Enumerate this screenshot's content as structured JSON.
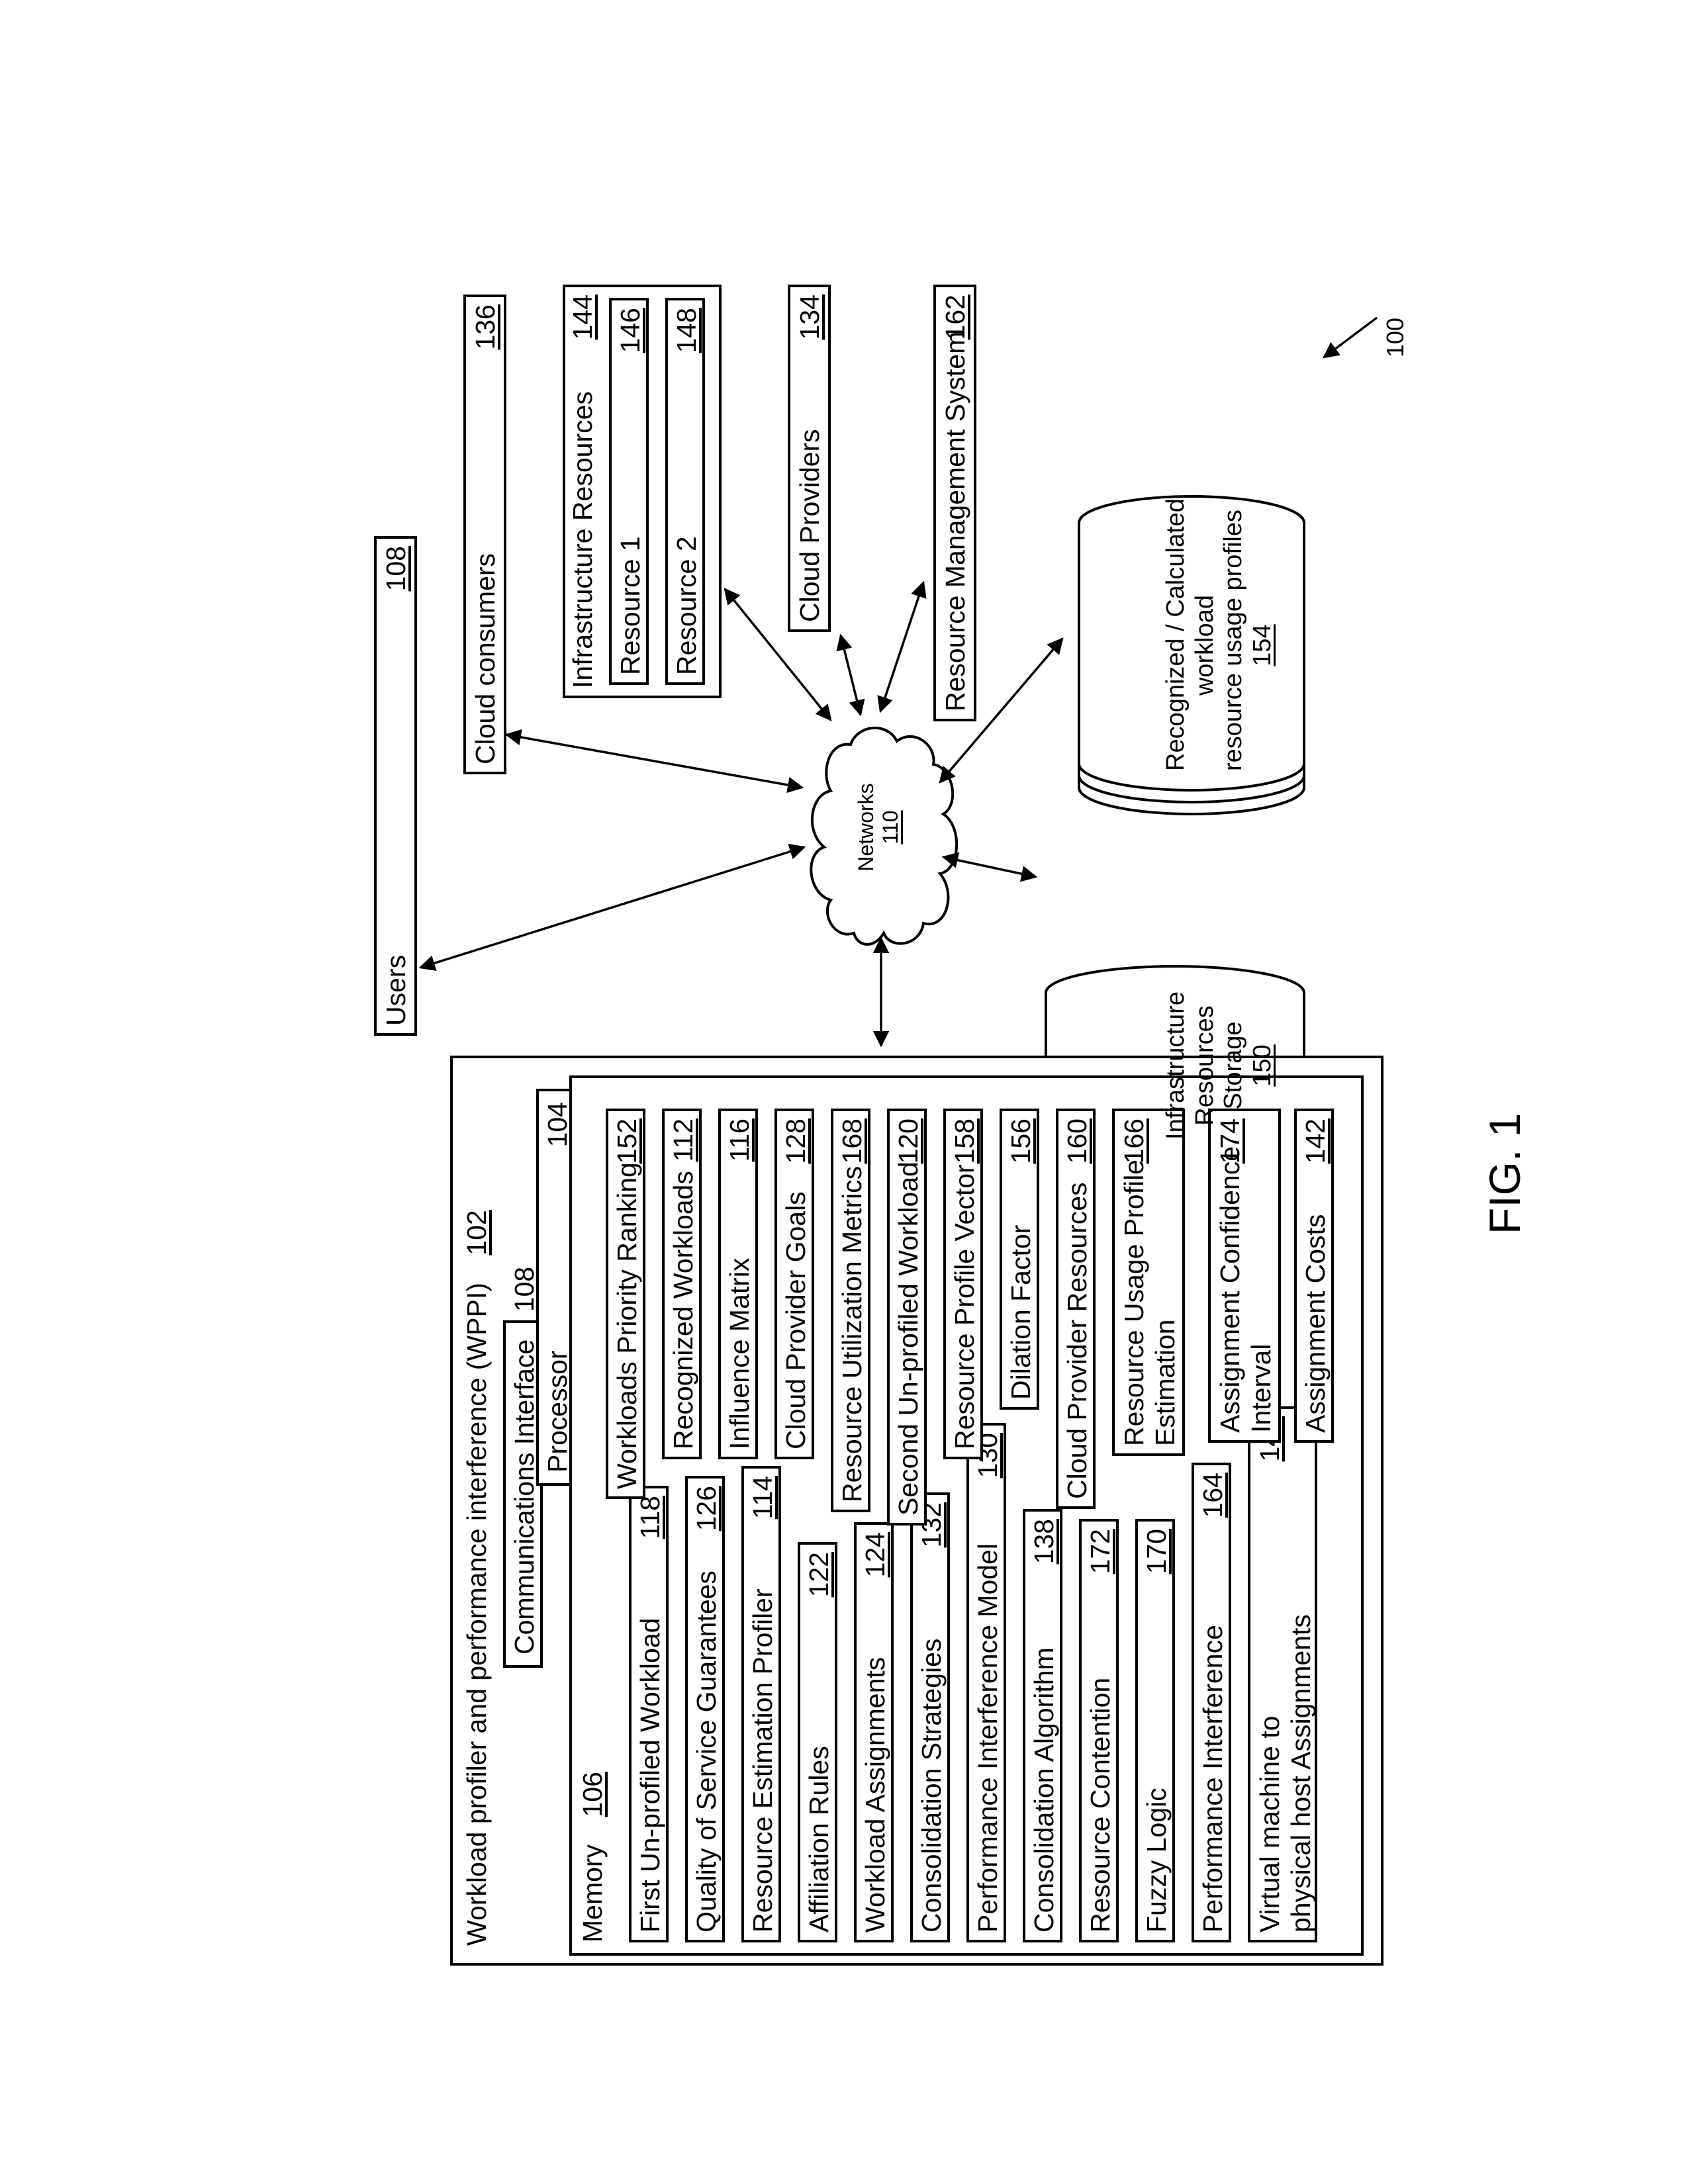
{
  "wppi": {
    "title": "Workload profiler and performance interference (WPPI)",
    "title_ref": "102",
    "comm_interface": "Communications Interface",
    "comm_ref": "108",
    "processor": "Processor",
    "processor_ref": "104",
    "memory": "Memory",
    "memory_ref": "106",
    "memory_items_left": [
      {
        "label": "First Un-profiled Workload",
        "ref": "118"
      },
      {
        "label": "Quality of Service Guarantees",
        "ref": "126"
      },
      {
        "label": "Resource Estimation Profiler",
        "ref": "114"
      },
      {
        "label": "Affiliation Rules",
        "ref": "122"
      },
      {
        "label": "Workload Assignments",
        "ref": "124"
      },
      {
        "label": "Consolidation Strategies",
        "ref": "132"
      },
      {
        "label": "Performance Interference Model",
        "ref": "130"
      },
      {
        "label": "Consolidation Algorithm",
        "ref": "138"
      },
      {
        "label": "Resource Contention",
        "ref": "172"
      },
      {
        "label": "Fuzzy Logic",
        "ref": "170"
      },
      {
        "label": "Performance Interference",
        "ref": "164"
      }
    ],
    "vm_assign_line1": "Virtual machine to",
    "vm_assign_line2": "physical host Assignments",
    "vm_assign_ref": "140",
    "memory_items_right": [
      {
        "label": "Workloads Priority Ranking",
        "ref": "152"
      },
      {
        "label": "Recognized Workloads",
        "ref": "112"
      },
      {
        "label": "Influence Matrix",
        "ref": "116"
      },
      {
        "label": "Cloud Provider Goals",
        "ref": "128"
      },
      {
        "label": "Resource Utilization Metrics",
        "ref": "168"
      },
      {
        "label": "Second Un-profiled Workload",
        "ref": "120"
      },
      {
        "label": "Resource Profile Vector",
        "ref": "158"
      },
      {
        "label": "Dilation Factor",
        "ref": "156"
      },
      {
        "label": "Cloud Provider Resources",
        "ref": "160"
      }
    ],
    "rup_line1": "Resource Usage Profile",
    "rup_line2": "Estimation",
    "rup_ref": "166",
    "aci_line1": "Assignment Confidence",
    "aci_line2": "Interval",
    "aci_ref": "174",
    "assign_costs": "Assignment Costs",
    "assign_costs_ref": "142"
  },
  "users": {
    "label": "Users",
    "ref": "108"
  },
  "cloud_consumers": {
    "label": "Cloud consumers",
    "ref": "136"
  },
  "infra": {
    "label": "Infrastructure Resources",
    "ref": "144",
    "res1": "Resource 1",
    "res1_ref": "146",
    "res2": "Resource 2",
    "res2_ref": "148"
  },
  "cloud_providers": {
    "label": "Cloud Providers",
    "ref": "134"
  },
  "rms": {
    "label": "Resource Management System",
    "ref": "162"
  },
  "networks": {
    "label": "Networks",
    "ref": "110"
  },
  "storage": {
    "line1": "Infrastructure",
    "line2": "Resources",
    "line3": "Storage",
    "ref": "150"
  },
  "profiles": {
    "line1": "Recognized / Calculated",
    "line2": "workload",
    "line3": "resource usage profiles",
    "ref": "154"
  },
  "figure": {
    "label": "FIG. 1",
    "ref": "100"
  }
}
